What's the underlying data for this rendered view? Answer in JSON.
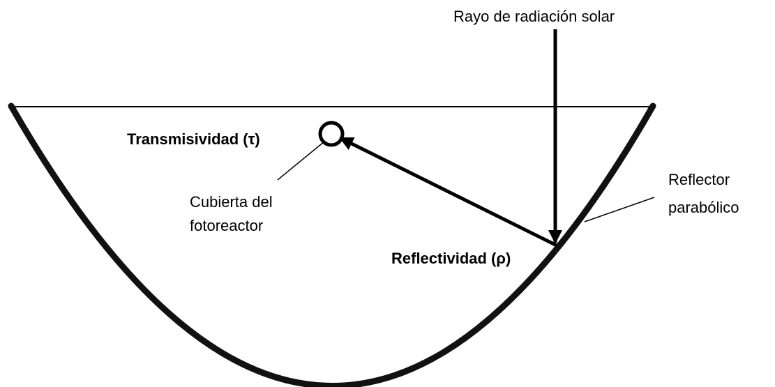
{
  "labels": {
    "solar_ray": "Rayo de radiación solar",
    "transmissivity": "Transmisividad (τ)",
    "cover_line1": "Cubierta del",
    "cover_line2": "fotoreactor",
    "reflectivity": "Reflectividad (ρ)",
    "reflector_line1": "Reflector",
    "reflector_line2": "parabólico"
  },
  "colors": {
    "stroke": "#000000",
    "background": "#ffffff"
  }
}
